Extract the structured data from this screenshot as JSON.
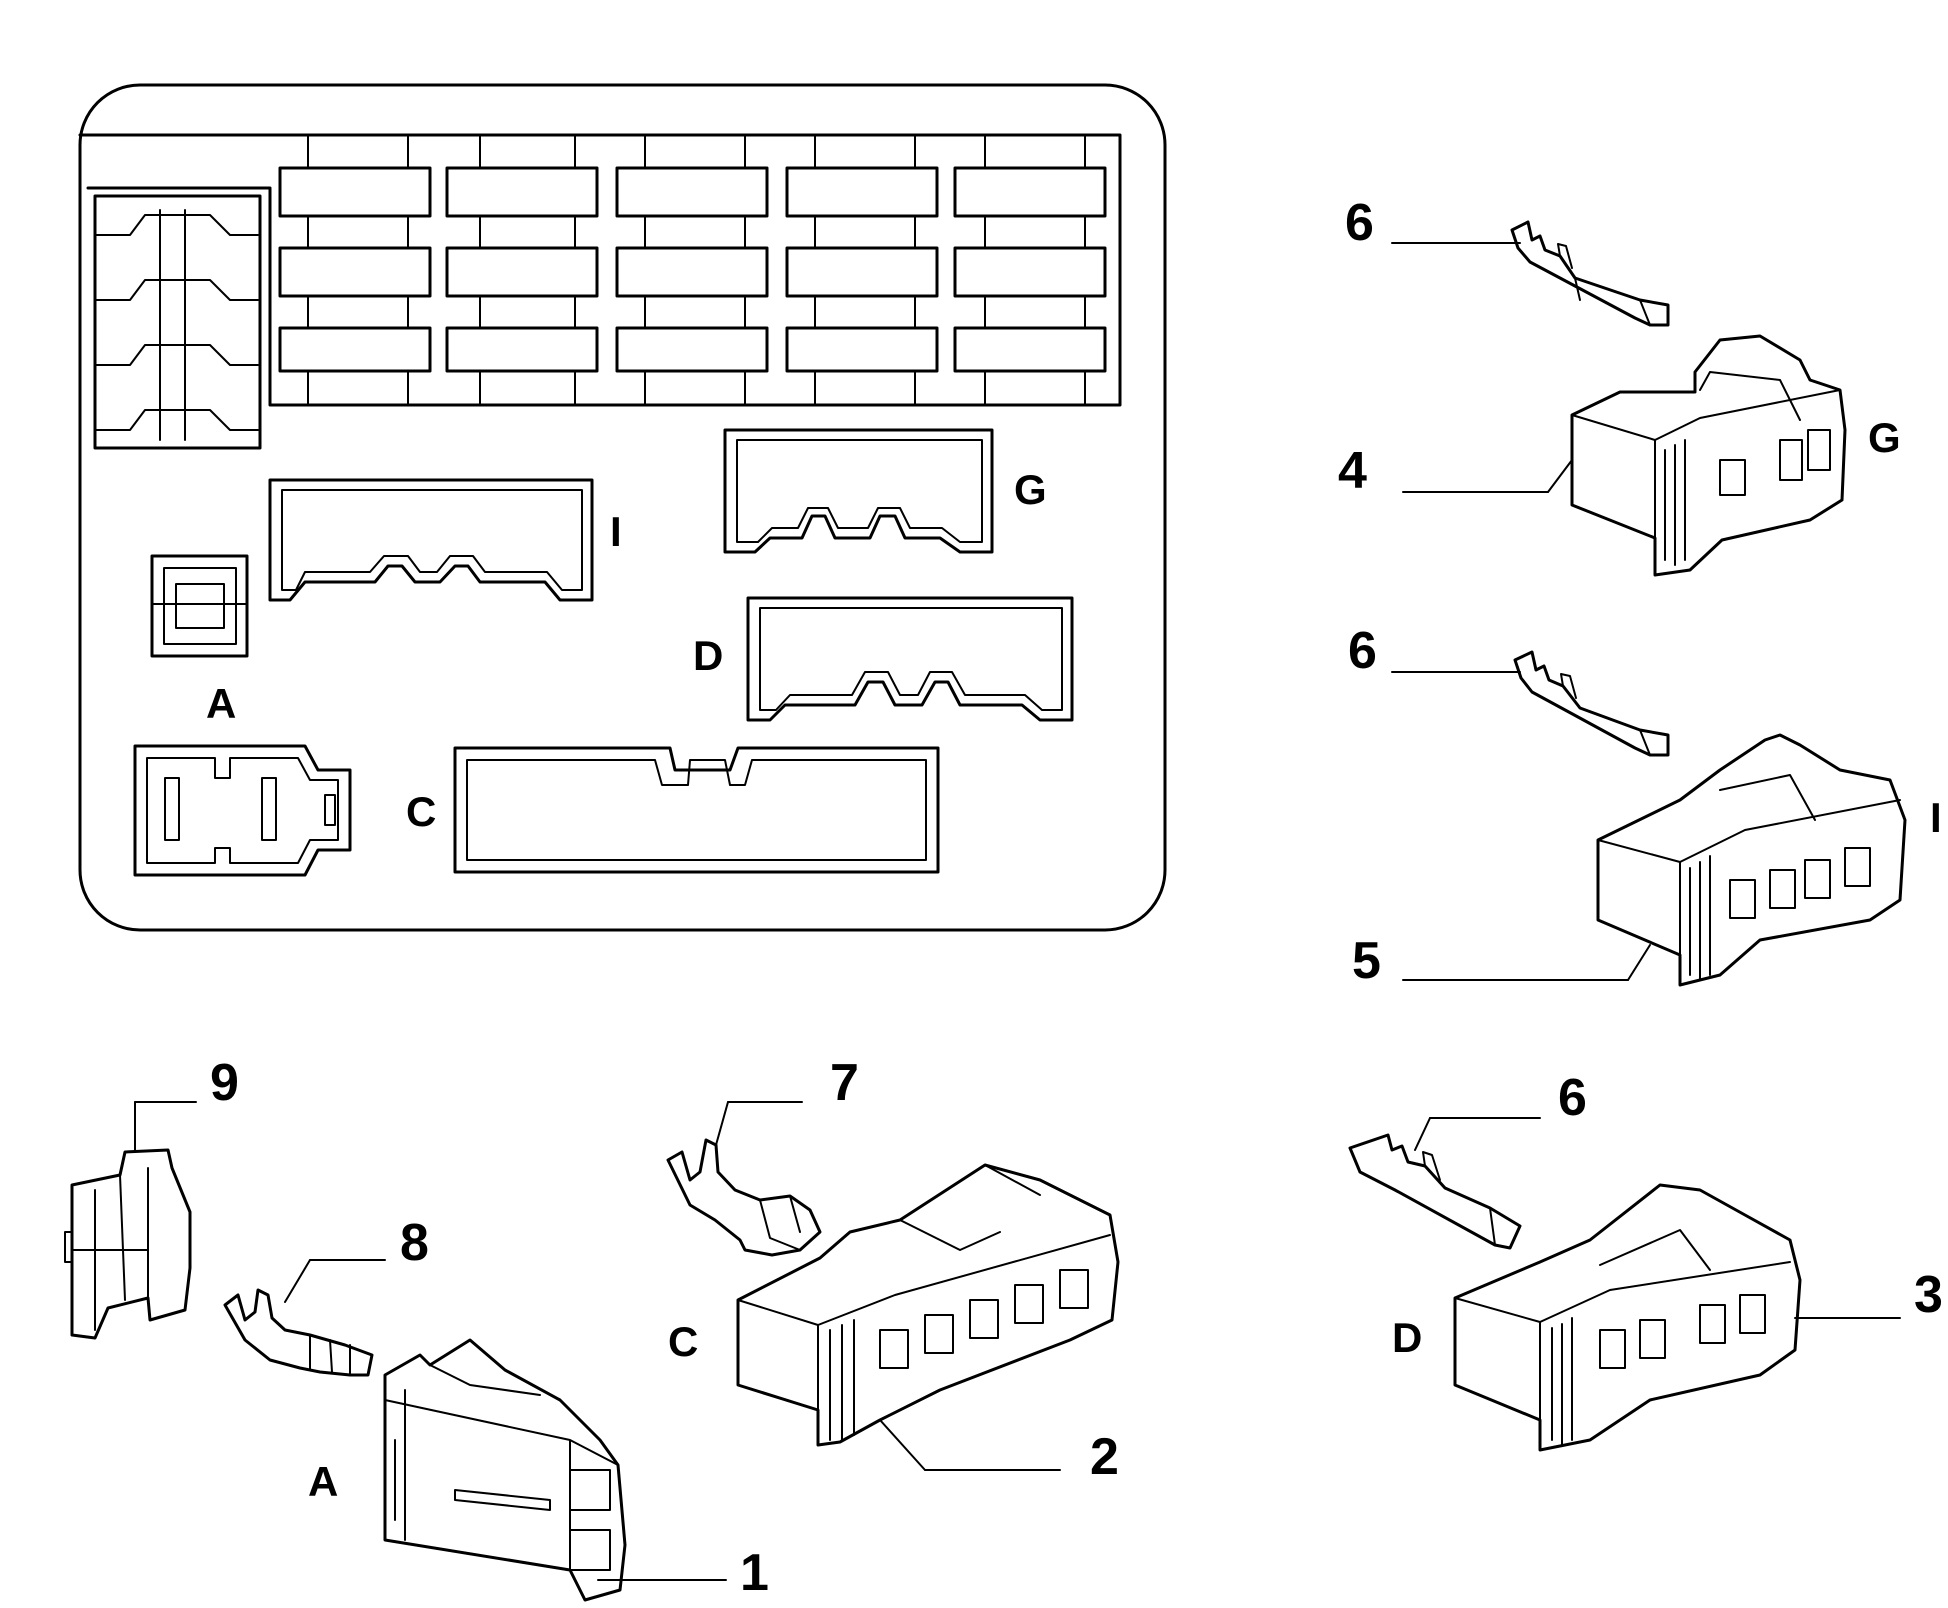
{
  "fuse_box_letters": {
    "a": "A",
    "c": "C",
    "d": "D",
    "g": "G",
    "i": "I"
  },
  "parts": {
    "p1": "1",
    "p2": "2",
    "p3": "3",
    "p4": "4",
    "p5": "5",
    "p6a": "6",
    "p6b": "6",
    "p6c": "6",
    "p7": "7",
    "p8": "8",
    "p9": "9"
  },
  "connector_letters": {
    "g": "G",
    "i": "I",
    "d": "D",
    "c": "C",
    "a": "A"
  }
}
